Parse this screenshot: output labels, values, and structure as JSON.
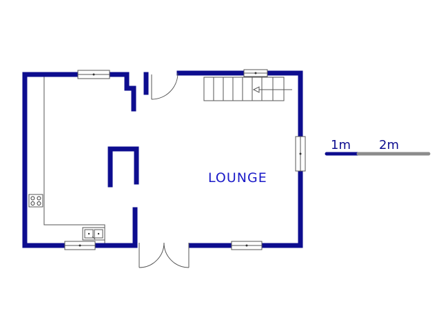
{
  "floorplan": {
    "rooms": [
      {
        "label": "LOUNGE"
      }
    ],
    "scale_bar": {
      "label_1": "1m",
      "label_2": "2m"
    }
  },
  "colors": {
    "wall": "#0d0d8f",
    "label": "#1a1ac8",
    "scale_first": "#0d0d8f",
    "scale_second": "#8c8c8c",
    "fixture_line": "#555555",
    "background": "#ffffff"
  }
}
